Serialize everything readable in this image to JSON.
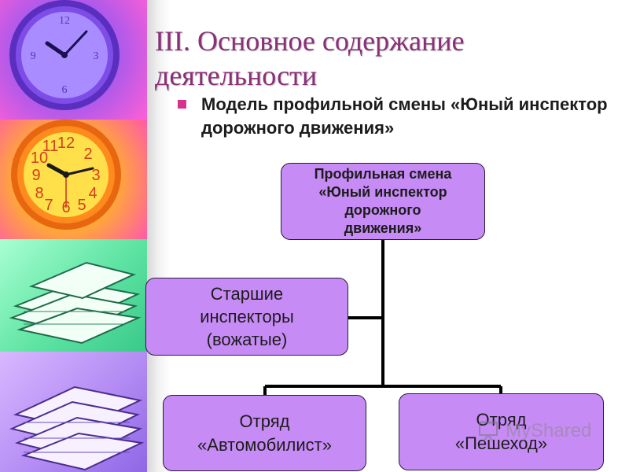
{
  "slide": {
    "title": "III. Основное содержание деятельности",
    "bullet": "Модель профильной смены «Юный инспектор дорожного движения»",
    "colors": {
      "title": "#8a2f78",
      "bullet": "#d8328f",
      "node_fill": "#c78bf6"
    }
  },
  "org_chart": {
    "root": "Профильная смена\n«Юный инспектор\nдорожного\nдвижения»",
    "side": "Старшие\nинспекторы\n(вожатые)",
    "children": [
      "Отряд\n«Автомобилист»",
      "Отряд\n«Пешеход»"
    ]
  },
  "watermark": {
    "text": "MyShared",
    "icon": "presentation-icon"
  },
  "decor": {
    "icons": [
      "clock-icon",
      "clock-icon",
      "books-icon",
      "books-icon"
    ]
  }
}
